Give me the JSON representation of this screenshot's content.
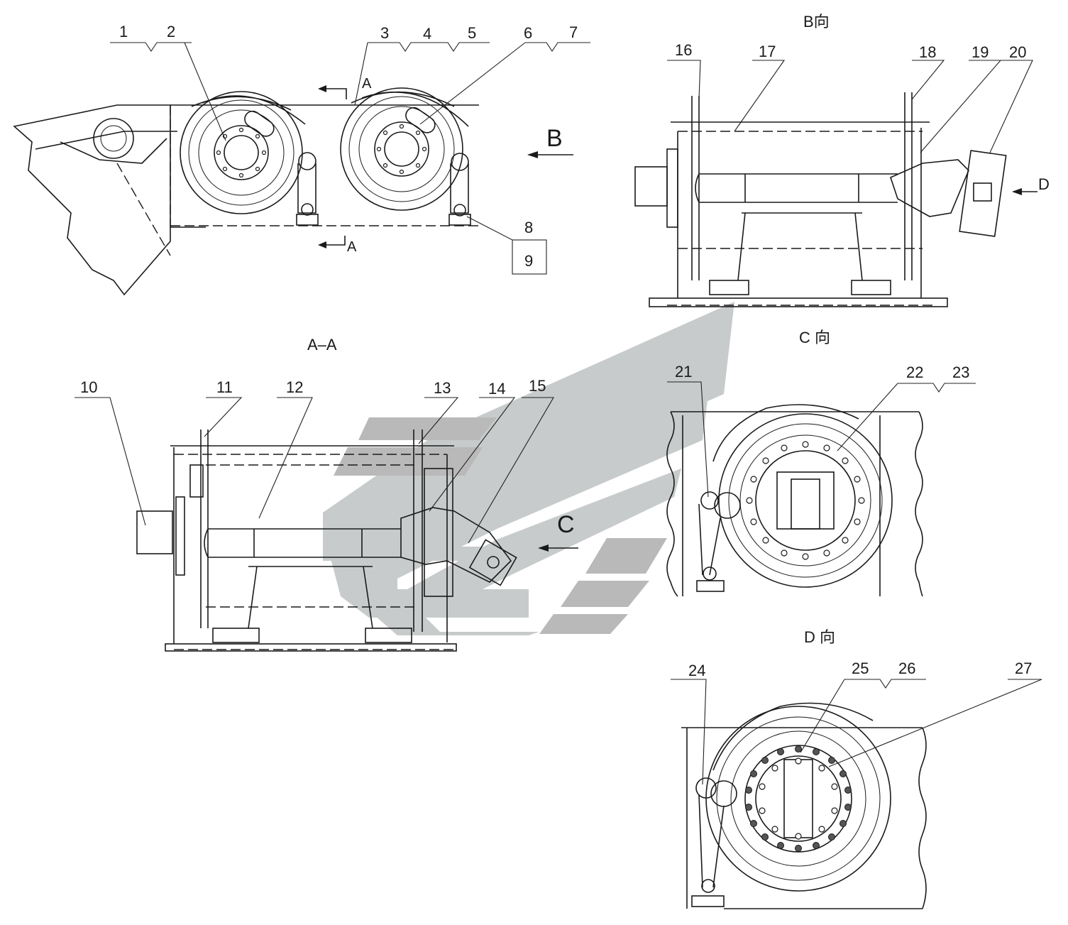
{
  "view_titles": {
    "b_view": "B向",
    "c_view": "C 向",
    "d_view": "D 向",
    "section": "A–A"
  },
  "section_arrows": {
    "a_top": "A",
    "a_bottom": "A",
    "b": "B",
    "c": "C",
    "d": "D"
  },
  "callouts": [
    "1",
    "2",
    "3",
    "4",
    "5",
    "6",
    "7",
    "8",
    "9",
    "10",
    "11",
    "12",
    "13",
    "14",
    "15",
    "16",
    "17",
    "18",
    "19",
    "20",
    "21",
    "22",
    "23",
    "24",
    "25",
    "26",
    "27"
  ],
  "colors": {
    "line": "#1a1a1a",
    "watermark_light": "#c7cbcb",
    "watermark_dark": "#b9b9b9",
    "background": "#ffffff"
  }
}
